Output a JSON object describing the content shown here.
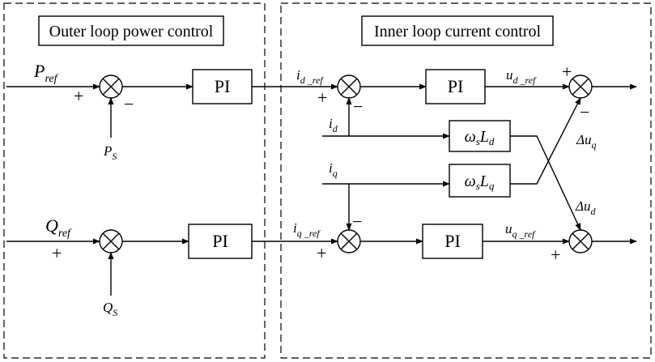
{
  "sections": {
    "outer_title": "Outer loop power control",
    "inner_title": "Inner loop current control"
  },
  "blocks": {
    "pi": "PI",
    "wsLd": {
      "base": "ω",
      "sub1": "s",
      "mid": "L",
      "sub2": "d"
    },
    "wsLq": {
      "base": "ω",
      "sub1": "s",
      "mid": "L",
      "sub2": "q"
    }
  },
  "signals": {
    "P_ref": {
      "base": "P",
      "sub": "ref"
    },
    "P_S": {
      "base": "P",
      "sub": "S"
    },
    "Q_ref": {
      "base": "Q",
      "sub": "ref"
    },
    "Q_S": {
      "base": "Q",
      "sub": "S"
    },
    "i_d_ref": {
      "base": "i",
      "sub": "d _ref"
    },
    "i_q_ref": {
      "base": "i",
      "sub": "q _ref"
    },
    "i_d": {
      "base": "i",
      "sub": "d"
    },
    "i_q": {
      "base": "i",
      "sub": "q"
    },
    "u_d_ref": {
      "base": "u",
      "sub": "d _ref"
    },
    "u_q_ref": {
      "base": "u",
      "sub": "q _ref"
    },
    "du_q": {
      "base": "Δu",
      "sub": "q"
    },
    "du_d": {
      "base": "Δu",
      "sub": "d"
    }
  },
  "signs": {
    "plus": "+",
    "minus": "−"
  }
}
